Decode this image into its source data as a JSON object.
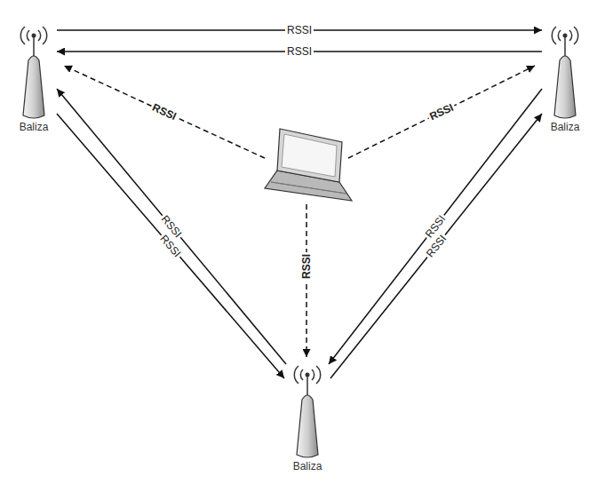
{
  "diagram": {
    "nodes": [
      {
        "text": [
          "Baliza"
        ]
      },
      {
        "text": [
          "Baliza"
        ]
      },
      {
        "text": [
          "Baliza"
        ]
      }
    ],
    "edges": [
      {
        "from": 0,
        "to": 1,
        "arrow": "to",
        "label": "RSSI"
      },
      {
        "from": 1,
        "to": 0,
        "arrow": "to",
        "label": "RSSI"
      },
      {
        "from": 2,
        "to": 0,
        "arrow": "to",
        "label": "RSSI"
      },
      {
        "from": 0,
        "to": 2,
        "arrow": "to",
        "label": "RSSI"
      },
      {
        "from": 1,
        "to": 2,
        "arrow": "to",
        "label": "RSSI"
      },
      {
        "from": 2,
        "to": 1,
        "arrow": "to",
        "label": "RSSI"
      }
    ],
    "labels": [
      "RSSI",
      "RSSI",
      "RSSI"
    ]
  }
}
